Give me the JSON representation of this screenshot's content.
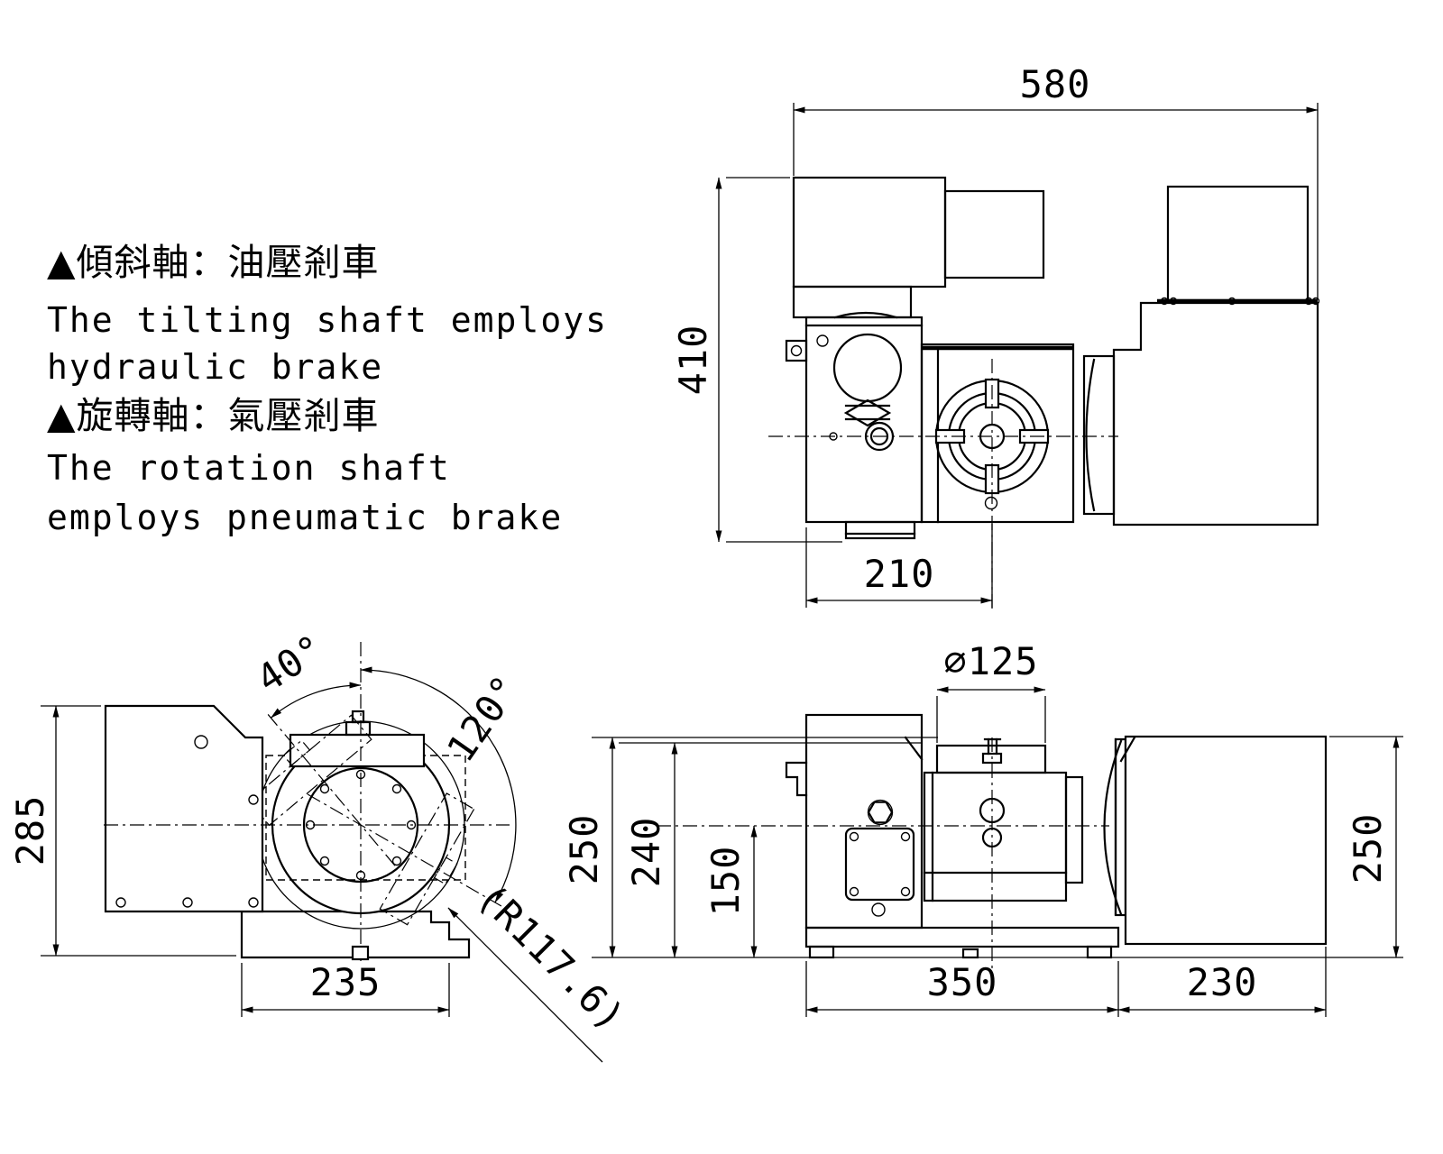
{
  "notes": {
    "tilt_zh": "▲傾斜軸：油壓剎車",
    "tilt_en_1": "The tilting shaft employs",
    "tilt_en_2": "hydraulic brake",
    "rot_zh": "▲旋轉軸：氣壓剎車",
    "rot_en_1": "The rotation shaft",
    "rot_en_2": "employs pneumatic brake"
  },
  "dims": {
    "top_width": "580",
    "top_depth": "410",
    "top_offset": "210",
    "side_height": "285",
    "side_base_width": "235",
    "angle_ccw": "40°",
    "angle_cw": "120°",
    "swing_radius": "(R117.6)",
    "table_diameter": "∅125",
    "front_height_overall": "250",
    "front_height_body": "240",
    "front_center_height": "150",
    "front_height_motor": "250",
    "front_body_width": "350",
    "front_motor_width": "230"
  },
  "colors": {
    "line": "#000000",
    "background": "#ffffff"
  }
}
